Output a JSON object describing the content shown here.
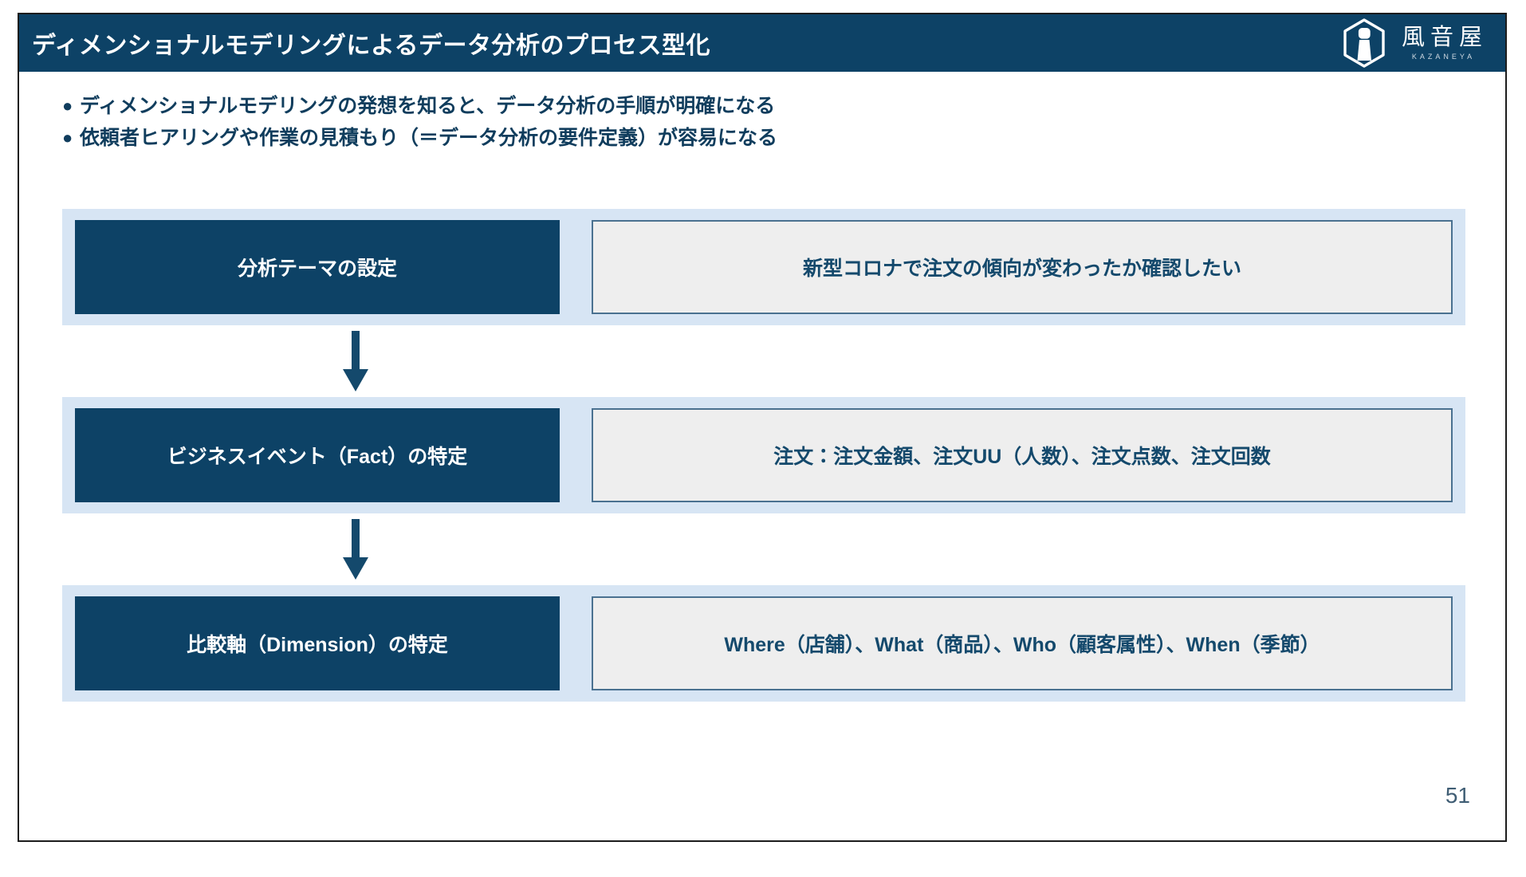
{
  "slide": {
    "title": "ディメンショナルモデリングによるデータ分析のプロセス型化",
    "page_number": "51",
    "colors": {
      "header_navy": "#0d4266",
      "band_light_blue": "#d7e5f4",
      "content_gray": "#eeeeee",
      "content_border": "#4a7190",
      "text_navy": "#103d5d",
      "page_number": "#3f5d74"
    }
  },
  "logo": {
    "mark_name": "kazaneya-hexagon-logo",
    "japanese": "風音屋",
    "romaji": "KAZANEYA"
  },
  "bullets": {
    "marker": "●",
    "items": [
      "ディメンショナルモデリングの発想を知ると、データ分析の手順が明確になる",
      "依頼者ヒアリングや作業の見積もり（＝データ分析の要件定義）が容易になる"
    ]
  },
  "flow": {
    "arrow_icon": "arrow-down-icon",
    "steps": [
      {
        "label": "分析テーマの設定",
        "content": "新型コロナで注文の傾向が変わったか確認したい"
      },
      {
        "label": "ビジネスイベント（Fact）の特定",
        "content": "注文：注文金額、注文UU（人数）、注文点数、注文回数"
      },
      {
        "label": "比較軸（Dimension）の特定",
        "content": "Where（店舗）、What（商品）、Who（顧客属性）、When（季節）"
      }
    ]
  }
}
